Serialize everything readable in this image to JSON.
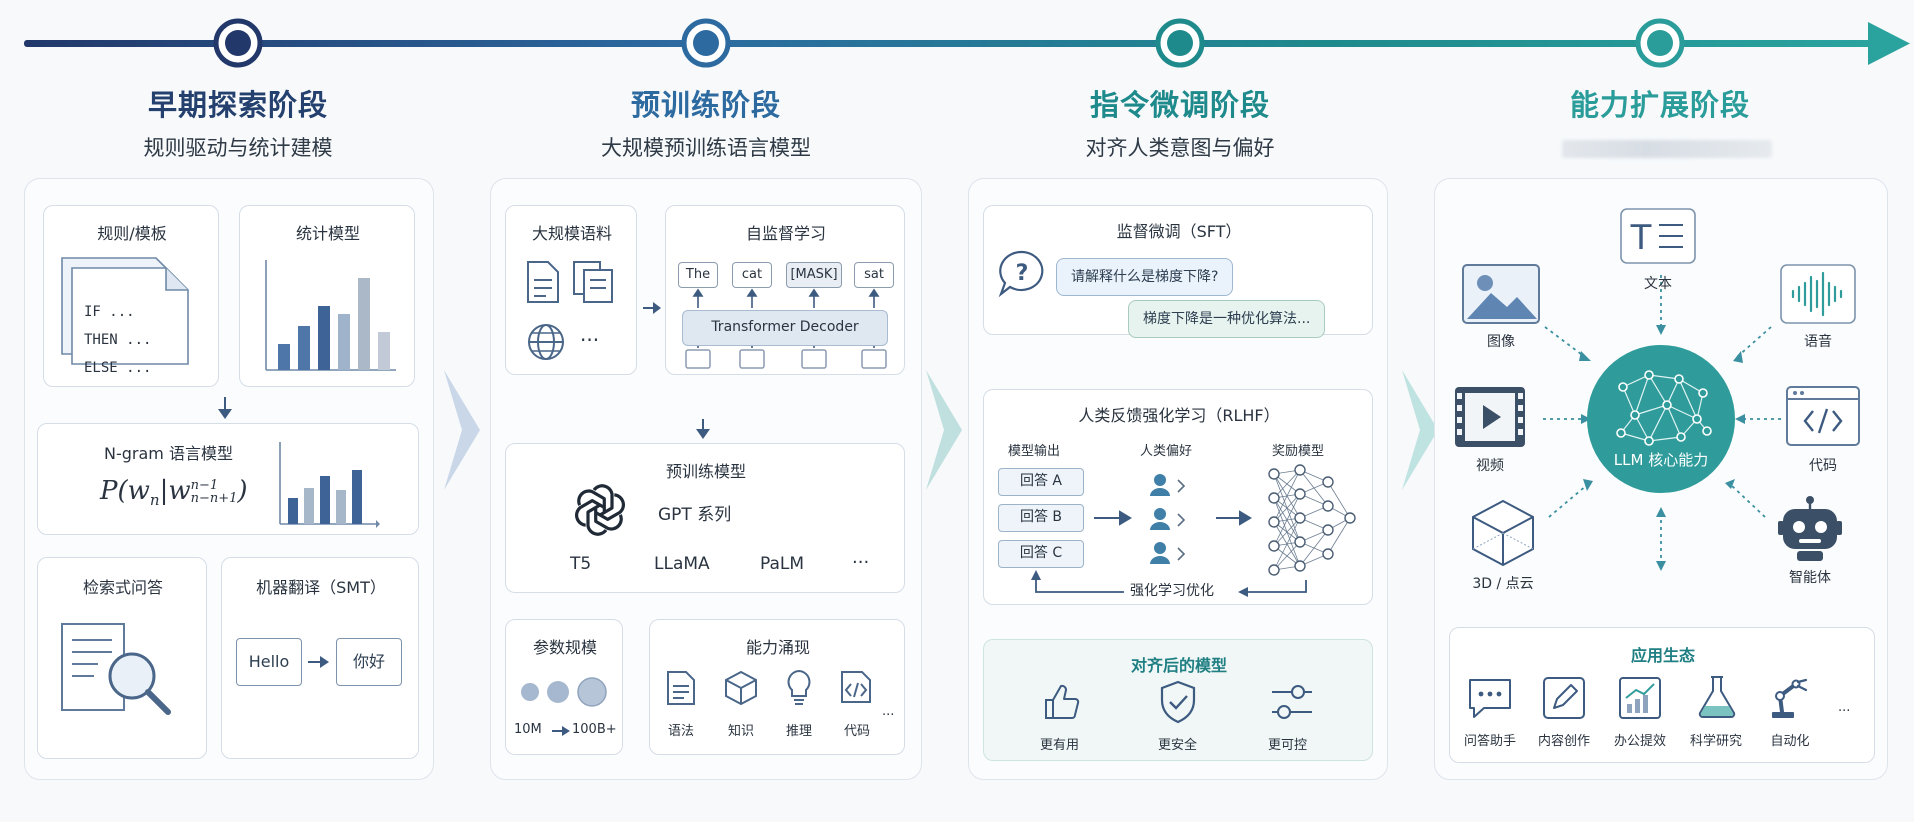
{
  "stages": [
    {
      "title": "早期探索阶段",
      "subtitle": "规则驱动与统计建模"
    },
    {
      "title": "预训练阶段",
      "subtitle": "大规模预训练语言模型"
    },
    {
      "title": "指令微调阶段",
      "subtitle": "对齐人类意图与偏好"
    },
    {
      "title": "能力扩展阶段",
      "subtitle": ""
    }
  ],
  "colors": {
    "stage1": "#24406e",
    "stage2": "#2c6aa0",
    "stage3": "#1f8a8c",
    "stage4": "#2a9c9a"
  },
  "col1": {
    "rules": {
      "title": "规则/模板",
      "lines": [
        "IF ...",
        "THEN ...",
        "ELSE ..."
      ]
    },
    "stats": {
      "title": "统计模型"
    },
    "ngram": {
      "title": "N-gram 语言模型"
    },
    "retrieval": {
      "title": "检索式问答"
    },
    "smt": {
      "title": "机器翻译（SMT）",
      "source": "Hello",
      "target": "你好"
    }
  },
  "col2": {
    "corpus": {
      "title": "大规模语料",
      "more": "···"
    },
    "ssl": {
      "title": "自监督学习",
      "tokens": [
        "The",
        "cat",
        "[MASK]",
        "sat"
      ],
      "decoder": "Transformer Decoder"
    },
    "pretrained": {
      "title": "预训练模型",
      "main": "GPT 系列",
      "others": [
        "T5",
        "LLaMA",
        "PaLM",
        "···"
      ]
    },
    "scale": {
      "title": "参数规模",
      "from": "10M",
      "to": "100B+"
    },
    "emergent": {
      "title": "能力涌现",
      "items": [
        "语法",
        "知识",
        "推理",
        "代码"
      ],
      "more": "..."
    }
  },
  "col3": {
    "sft": {
      "title": "监督微调（SFT）",
      "question": "请解释什么是梯度下降?",
      "answer": "梯度下降是一种优化算法..."
    },
    "rlhf": {
      "title": "人类反馈强化学习（RLHF）",
      "output_label": "模型输出",
      "pref_label": "人类偏好",
      "reward_label": "奖励模型",
      "answers": [
        "回答 A",
        "回答 B",
        "回答 C"
      ],
      "loop": "强化学习优化"
    },
    "aligned": {
      "title": "对齐后的模型",
      "items": [
        "更有用",
        "更安全",
        "更可控"
      ]
    }
  },
  "col4": {
    "core": "LLM 核心能力",
    "modalities": {
      "text": "文本",
      "image": "图像",
      "audio": "语音",
      "video": "视频",
      "code": "代码",
      "pointcloud": "3D / 点云",
      "agent": "智能体"
    },
    "ecosystem": {
      "title": "应用生态",
      "items": [
        "问答助手",
        "内容创作",
        "办公提效",
        "科学研究",
        "自动化"
      ],
      "more": "..."
    }
  }
}
